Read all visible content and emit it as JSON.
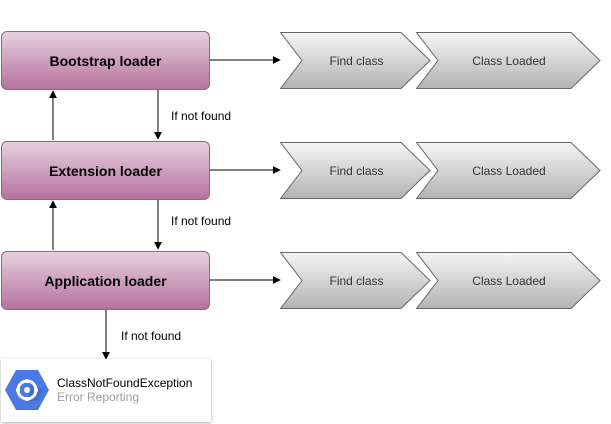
{
  "loaders": {
    "bootstrap": "Bootstrap loader",
    "extension": "Extension loader",
    "application": "Application loader"
  },
  "steps": {
    "find_class": "Find class",
    "class_loaded": "Class Loaded"
  },
  "edge_labels": {
    "bootstrap_to_extension": "If not found",
    "extension_to_application": "If not found",
    "application_to_error": "If not found"
  },
  "error_card": {
    "title": "ClassNotFoundException",
    "subtitle": "Error Reporting",
    "icon": "error-reporting-icon",
    "icon_color": "#4a79e6"
  },
  "colors": {
    "loader_fill_top": "#e6d0de",
    "loader_fill_bottom": "#b5739d",
    "loader_stroke": "#996185",
    "step_fill_top": "#f5f5f5",
    "step_fill_bottom": "#b3b3b3",
    "step_stroke": "#666666"
  }
}
